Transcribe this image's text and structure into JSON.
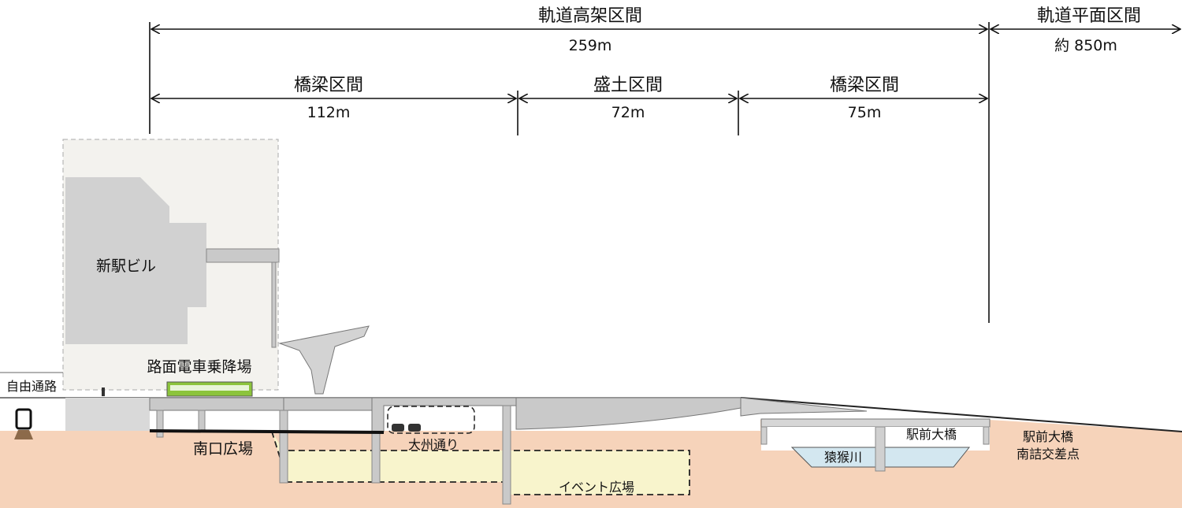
{
  "dimensions": {
    "elevated": {
      "label": "軌道高架区間",
      "length": "259m"
    },
    "at_grade": {
      "label": "軌道平面区間",
      "length": "約 850m"
    },
    "segments": [
      {
        "label": "橋梁区間",
        "length": "112m"
      },
      {
        "label": "盛土区間",
        "length": "72m"
      },
      {
        "label": "橋梁区間",
        "length": "75m"
      }
    ]
  },
  "labels": {
    "building": "新駅ビル",
    "free_passage": "自由通路",
    "tram_platform": "路面電車乗降場",
    "south_plaza": "南口広場",
    "street": "大州通り",
    "event_plaza": "イベント広場",
    "river": "猿猴川",
    "bridge": "駅前大橋",
    "intersection_line1": "駅前大橋",
    "intersection_line2": "南詰交差点"
  },
  "colors": {
    "earth": "#f6d3ba",
    "structure": "#c9c9c9",
    "building_bg": "#f3f2ee",
    "plaza": "#f8f4cc",
    "river": "#d3e7f0",
    "tram": "#8cc43c"
  }
}
